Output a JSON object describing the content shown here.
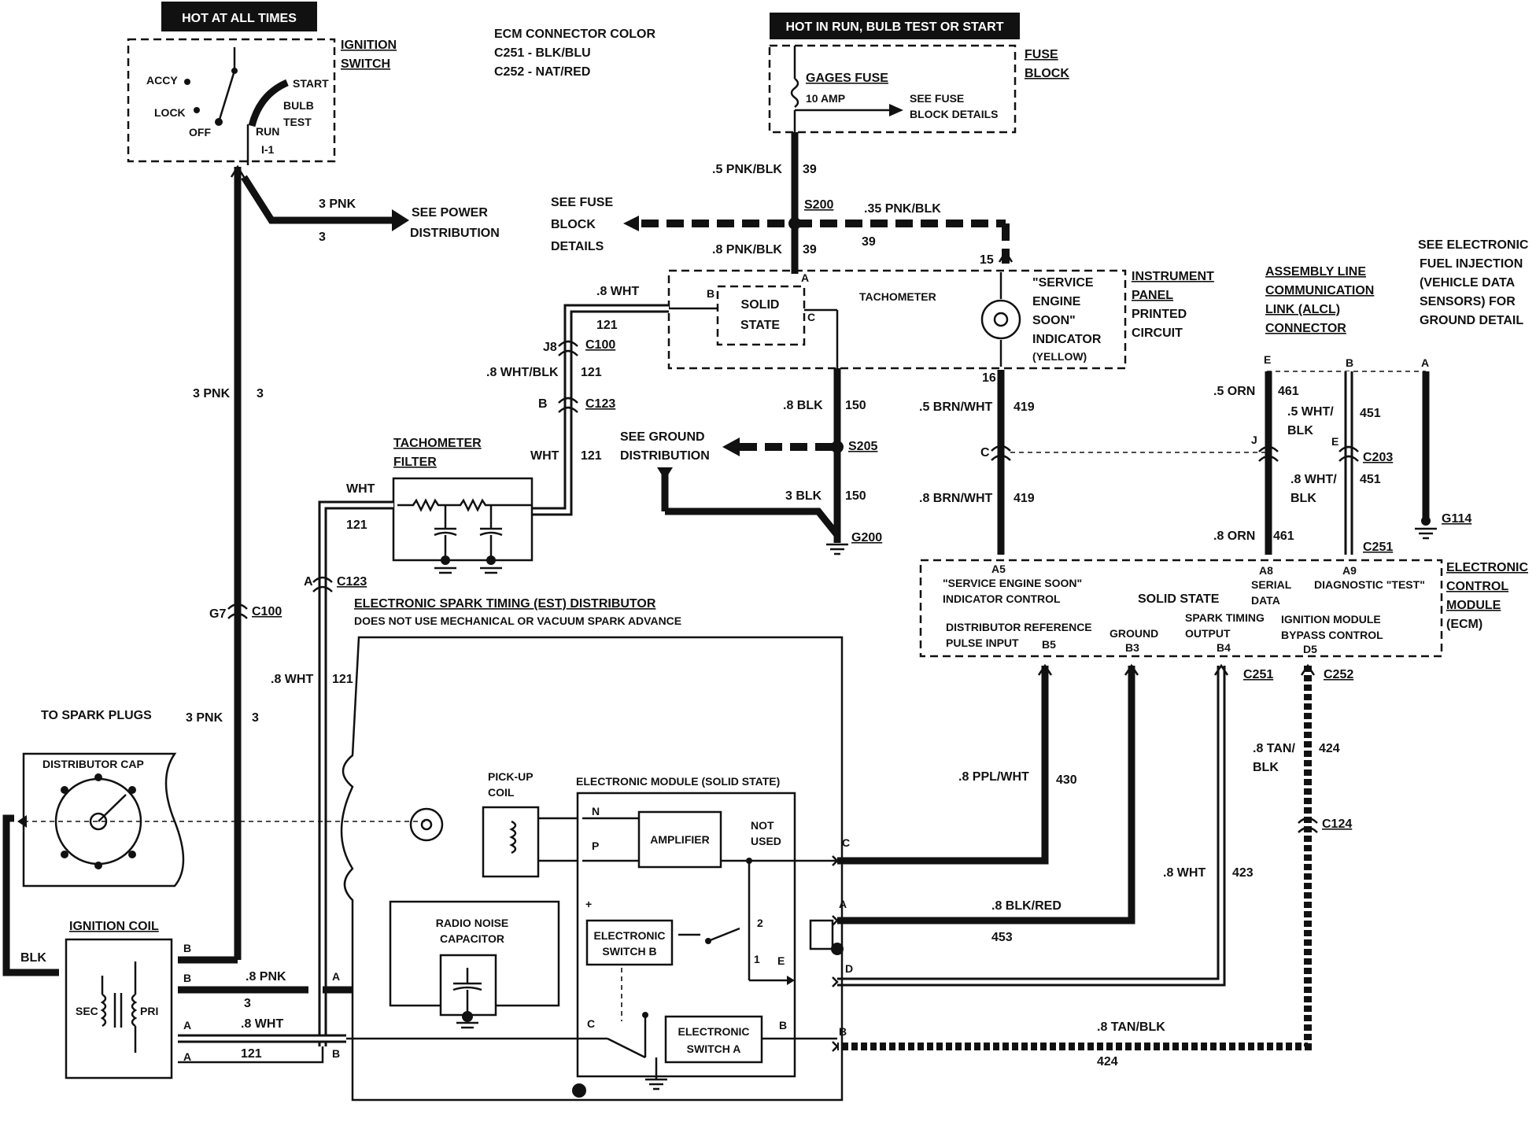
{
  "banners": {
    "hot_always": "HOT AT ALL TIMES",
    "hot_run": "HOT IN RUN, BULB TEST OR START"
  },
  "ignition_switch": {
    "title_1": "IGNITION",
    "title_2": "SWITCH",
    "accy": "ACCY",
    "lock": "LOCK",
    "off": "OFF",
    "start": "START",
    "bulb": "BULB",
    "test": "TEST",
    "run": "RUN",
    "terminal": "I-1"
  },
  "ecm_connector_color": {
    "title": "ECM CONNECTOR COLOR",
    "line1": "C251 - BLK/BLU",
    "line2": "C252 - NAT/RED"
  },
  "fuse_block": {
    "title_1": "FUSE",
    "title_2": "BLOCK",
    "fuse_name": "GAGES FUSE",
    "fuse_rating": "10 AMP",
    "see_1": "SEE FUSE",
    "see_2": "BLOCK DETAILS"
  },
  "power_dist": {
    "wire": "3 PNK",
    "circuit": "3",
    "see_1": "SEE POWER",
    "see_2": "DISTRIBUTION"
  },
  "fuse_ref": {
    "line1": "SEE FUSE",
    "line2": "BLOCK",
    "line3": "DETAILS"
  },
  "wires": {
    "pnk_blk_top": ".5 PNK/BLK",
    "c39_a": "39",
    "splice_s200": "S200",
    "pnk_blk_35": ".35 PNK/BLK",
    "c39_b": "39",
    "pnk_blk_8": ".8 PNK/BLK",
    "c39_c": "39",
    "pin_15": "15",
    "pin_a_inst": "A",
    "wht_8": ".8 WHT",
    "c121_a": "121",
    "j8": "J8",
    "c100_a": "C100",
    "wht_blk_8": ".8 WHT/BLK",
    "c121_b": "121",
    "pin_b_c123": "B",
    "c123_a": "C123",
    "wht_a": "WHT",
    "c121_c": "121",
    "blk_8": ".8 BLK",
    "c150_a": "150",
    "see_ground_1": "SEE GROUND",
    "see_ground_2": "DISTRIBUTION",
    "splice_s205": "S205",
    "blk_3": "3 BLK",
    "c150_b": "150",
    "g200": "G200",
    "pin_16": "16",
    "brn_wht_5": ".5 BRN/WHT",
    "c419_a": "419",
    "pin_c_c203": "C",
    "brn_wht_8": ".8 BRN/WHT",
    "c419_b": "419",
    "pnk_3_left": "3 PNK",
    "c3_left": "3",
    "wht_b": "WHT",
    "c121_d": "121",
    "pin_a_c123": "A",
    "c123_b": "C123",
    "g7": "G7",
    "c100_b": "C100",
    "wht_8_b": ".8 WHT",
    "c121_e": "121",
    "pnk_3_b": "3 PNK",
    "c3_b": "3",
    "blk_left": "BLK",
    "pnk_8": ".8 PNK",
    "c3_c": "3",
    "wht_8_c": ".8 WHT",
    "c121_f": "121",
    "ppl_wht": ".8 PPL/WHT",
    "c430": "430",
    "blk_red": ".8 BLK/RED",
    "c453": "453",
    "wht_8_d": ".8 WHT",
    "c423": "423",
    "tan_blk_a": ".8 TAN/",
    "tan_blk_b": "BLK",
    "c424_a": "424",
    "c124": "C124",
    "tan_blk_c": ".8 TAN/BLK",
    "c424_b": "424",
    "c251_a": "C251",
    "c252": "C252"
  },
  "tach_filter": {
    "title_1": "TACHOMETER",
    "title_2": "FILTER"
  },
  "instrument_panel": {
    "solid_state_1": "SOLID",
    "solid_state_2": "STATE",
    "pin_b": "B",
    "pin_c": "C",
    "tach": "TACHOMETER",
    "ses_1": "\"SERVICE",
    "ses_2": "ENGINE",
    "ses_3": "SOON\"",
    "ses_4": "INDICATOR",
    "ses_5": "(YELLOW)",
    "title_1": "INSTRUMENT",
    "title_2": "PANEL",
    "title_3": "PRINTED",
    "title_4": "CIRCUIT"
  },
  "aldl": {
    "title_1": "ASSEMBLY LINE",
    "title_2": "COMMUNICATION",
    "title_3": "LINK (ALCL)",
    "title_4": "CONNECTOR",
    "pin_e": "E",
    "pin_b": "B",
    "pin_a": "A",
    "orn_5": ".5 ORN",
    "c461_a": "461",
    "wht_blk_5_a": ".5 WHT/",
    "wht_blk_5_b": "BLK",
    "c451_a": "451",
    "pin_j": "J",
    "pin_e2": "E",
    "c203": "C203",
    "wht_blk_8_a": ".8 WHT/",
    "wht_blk_8_b": "BLK",
    "c451_b": "451",
    "orn_8": ".8 ORN",
    "c461_b": "461",
    "c251": "C251",
    "g114": "G114"
  },
  "efi_note": {
    "l1": "SEE ELECTRONIC",
    "l2": "FUEL INJECTION",
    "l3": "(VEHICLE DATA",
    "l4": "SENSORS) FOR",
    "l5": "GROUND DETAIL"
  },
  "ecm": {
    "title_1": "ELECTRONIC",
    "title_2": "CONTROL",
    "title_3": "MODULE",
    "title_4": "(ECM)",
    "a5": "A5",
    "a8": "A8",
    "a9": "A9",
    "ses_ctrl_1": "\"SERVICE ENGINE SOON\"",
    "ses_ctrl_2": "INDICATOR CONTROL",
    "solid_state": "SOLID STATE",
    "serial_1": "SERIAL",
    "serial_2": "DATA",
    "diag": "DIAGNOSTIC \"TEST\"",
    "dist_ref_1": "DISTRIBUTOR REFERENCE",
    "dist_ref_2": "PULSE INPUT",
    "b5": "B5",
    "ground": "GROUND",
    "b3": "B3",
    "est_1": "SPARK TIMING",
    "est_2": "OUTPUT",
    "b4": "B4",
    "bypass_1": "IGNITION MODULE",
    "bypass_2": "BYPASS CONTROL",
    "d5": "D5"
  },
  "distributor": {
    "title": "ELECTRONIC SPARK TIMING (EST) DISTRIBUTOR",
    "subtitle": "DOES NOT USE MECHANICAL OR VACUUM SPARK ADVANCE",
    "to_plugs": "TO SPARK PLUGS",
    "cap": "DISTRIBUTOR CAP",
    "pickup_1": "PICK-UP",
    "pickup_2": "COIL",
    "module_title": "ELECTRONIC MODULE (SOLID STATE)",
    "pin_n": "N",
    "pin_p": "P",
    "amplifier": "AMPLIFIER",
    "not_used_1": "NOT",
    "not_used_2": "USED",
    "pin_c": "C",
    "pin_a": "A",
    "pin_d": "D",
    "pin_b": "B",
    "radio_1": "RADIO NOISE",
    "radio_2": "CAPACITOR",
    "switch_b_1": "ELECTRONIC",
    "switch_b_2": "SWITCH B",
    "switch_a_1": "ELECTRONIC",
    "switch_a_2": "SWITCH A",
    "sw_2": "2",
    "sw_1": "1",
    "sw_e": "E",
    "sw_c": "C",
    "sw_b": "B",
    "plus": "+",
    "pin_a_left": "A",
    "pin_b_left": "B"
  },
  "ignition_coil": {
    "title": "IGNITION COIL",
    "sec": "SEC",
    "pri": "PRI",
    "pin_b1": "B",
    "pin_b2": "B",
    "pin_a1": "A",
    "pin_a2": "A"
  }
}
